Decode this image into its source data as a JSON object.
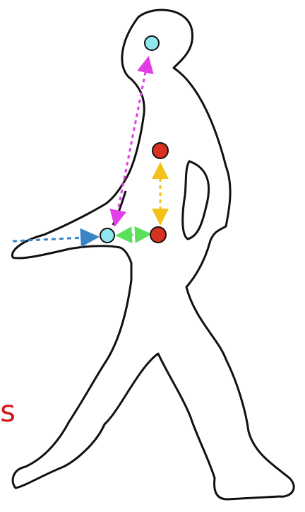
{
  "diagram": {
    "colors": {
      "outline": "#111111",
      "fill": "#ffffff",
      "cyan_point": "#8fe8ee",
      "red_point": "#d8311f",
      "magenta_arrow": "#e23ee8",
      "yellow_arrow": "#f2c21b",
      "green_arrow": "#5be05b",
      "blue_arrow": "#3a86c4"
    },
    "points": [
      {
        "name": "head-point",
        "color": "cyan"
      },
      {
        "name": "trunk-upper-point",
        "color": "red"
      },
      {
        "name": "trunk-lower-point",
        "color": "red"
      },
      {
        "name": "hand-point",
        "color": "cyan"
      }
    ],
    "arrows": [
      {
        "name": "head-to-hand-arrow",
        "color": "magenta",
        "style": "dashed",
        "heads": "both"
      },
      {
        "name": "trunk-vertical-arrow",
        "color": "yellow",
        "style": "dashed",
        "heads": "both"
      },
      {
        "name": "hand-to-trunk-arrow",
        "color": "green",
        "style": "dashed",
        "heads": "both"
      },
      {
        "name": "incoming-arrow",
        "color": "blue",
        "style": "dashed",
        "heads": "end"
      }
    ],
    "clipped_label": {
      "text": "s",
      "color": "#d01818"
    }
  }
}
